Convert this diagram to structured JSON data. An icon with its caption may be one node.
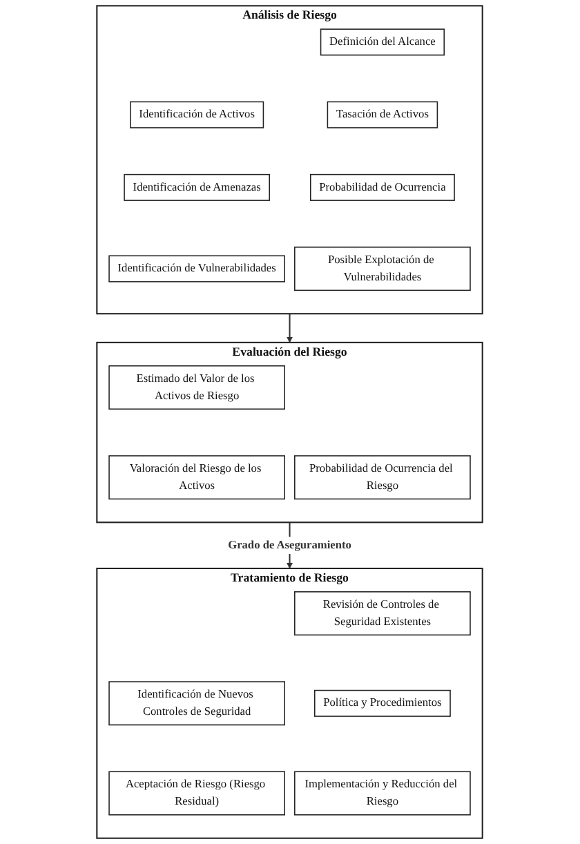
{
  "diagram": {
    "nodes": [
      {
        "text": [
          "Análisis de Riesgo"
        ]
      },
      {
        "text": [
          "Definición del Alcance"
        ],
        "in": 0
      },
      {
        "text": [
          "Identificación de Activos"
        ],
        "in": 0
      },
      {
        "text": [
          "Tasación de Activos"
        ],
        "in": 0
      },
      {
        "text": [
          "Identificación de Amenazas"
        ],
        "in": 0
      },
      {
        "text": [
          "Probabilidad de Ocurrencia"
        ],
        "in": 0
      },
      {
        "text": [
          "Identificación de Vulnerabilidades"
        ],
        "in": 0
      },
      {
        "text": [
          "Posible Explotación de Vulnerabilidades"
        ],
        "in": 0
      },
      {
        "text": [
          "Evaluación del Riesgo"
        ]
      },
      {
        "text": [
          "Estimado del Valor de los Activos de Riesgo"
        ],
        "in": 8
      },
      {
        "text": [
          "Probabilidad de Ocurrencia del Riesgo"
        ],
        "in": 8
      },
      {
        "text": [
          "Valoración del Riesgo de los Activos"
        ],
        "in": 8
      },
      {
        "text": [
          "Tratamiento de Riesgo"
        ]
      },
      {
        "text": [
          "Revisión de Controles de Seguridad Existentes"
        ],
        "in": 12
      },
      {
        "text": [
          "Identificación de Nuevos Controles de Seguridad"
        ],
        "in": 12
      },
      {
        "text": [
          "Política y Procedimientos"
        ],
        "in": 12
      },
      {
        "text": [
          "Aceptación de Riesgo (Riesgo Residual)"
        ],
        "in": 12
      },
      {
        "text": [
          "Implementación y Reducción del Riesgo"
        ],
        "in": 12
      }
    ],
    "edges": [
      {
        "from": 0,
        "to": 8,
        "arrow": "to"
      },
      {
        "from": 8,
        "to": 12,
        "arrow": "to",
        "label": "Grado de Aseguramiento"
      }
    ]
  }
}
